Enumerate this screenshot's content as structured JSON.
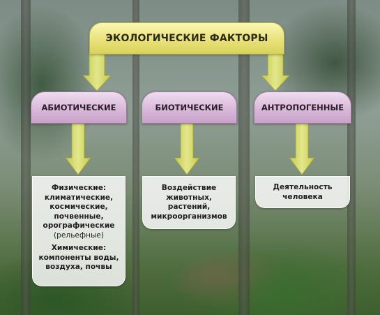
{
  "diagram": {
    "title": "ЭКОЛОГИЧЕСКИЕ ФАКТОРЫ",
    "categories": {
      "abiotic": "АБИОТИЧЕСКИЕ",
      "biotic": "БИОТИЧЕСКИЕ",
      "anthropogenic": "АНТРОПОГЕННЫЕ"
    },
    "abiotic_panel": {
      "physical_heading": "Физические:",
      "physical_items": [
        "климатические,",
        "космические,",
        "почвенные,",
        "орографические"
      ],
      "physical_note": "(рельефные)",
      "chemical_heading": "Химические:",
      "chemical_items": [
        "компоненты воды,",
        "воздуха, почвы"
      ]
    },
    "biotic_panel": {
      "lines": [
        "Воздействие",
        "животных,",
        "растений,",
        "микроорганизмов"
      ]
    },
    "anthropogenic_panel": {
      "lines": [
        "Деятельность",
        "человека"
      ]
    }
  },
  "colors": {
    "title_fill": "#e9e27a",
    "category_fill": "#d9b9d9",
    "arrow_fill": "#d8dc6a",
    "panel_fill": "#ffffff"
  }
}
